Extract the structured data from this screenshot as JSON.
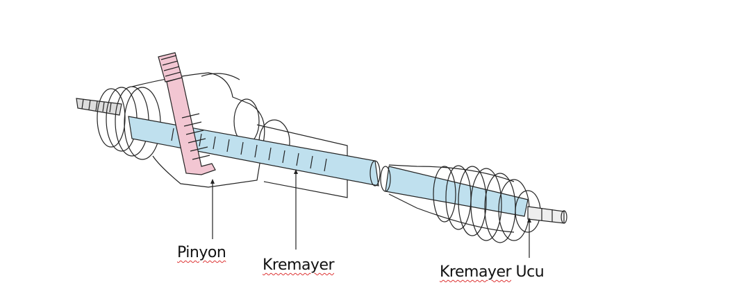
{
  "labels": {
    "pinion": "Pinyon",
    "rack": "Kremayer",
    "rack_end_word1": "Kremayer",
    "rack_end_word2": "Ucu"
  },
  "colors": {
    "rack_fill": "#bfe0ee",
    "pinion_fill": "#f2c6d2",
    "line": "#222222",
    "spellcheck": "#dd3333"
  }
}
